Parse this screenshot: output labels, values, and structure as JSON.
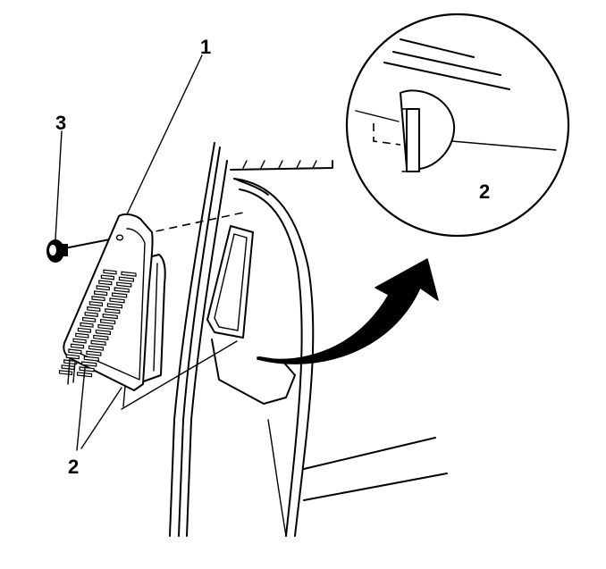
{
  "callouts": {
    "vent_assembly": "1",
    "retainer_tabs": "2",
    "screw": "3",
    "detail_retainer_tab": "2"
  }
}
